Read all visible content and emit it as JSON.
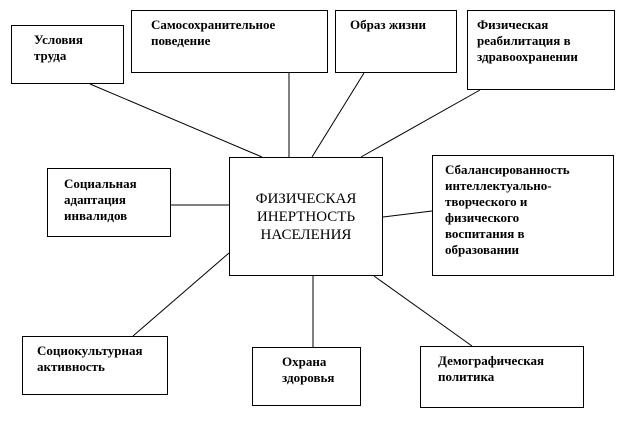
{
  "center": "ФИЗИЧЕСКАЯ\nИНЕРТНОСТЬ\nНАСЕЛЕНИЯ",
  "factors": {
    "labor_conditions": "Условия\nтруда",
    "self_preservation": "Самосохранительное\nповедение",
    "lifestyle": "Образ жизни",
    "physical_rehab": "Физическая\nреабилитация в\nздравоохранении",
    "social_adaptation": "Социальная\nадаптация\nинвалидов",
    "balanced_education": "Сбалансированность\nинтеллектуально-\nтворческого и\nфизического\nвоспитания в\nобразовании",
    "sociocultural": "Социокультурная\nактивность",
    "health_protection": "Охрана\nздоровья",
    "demographic_policy": "Демографическая\nполитика"
  }
}
